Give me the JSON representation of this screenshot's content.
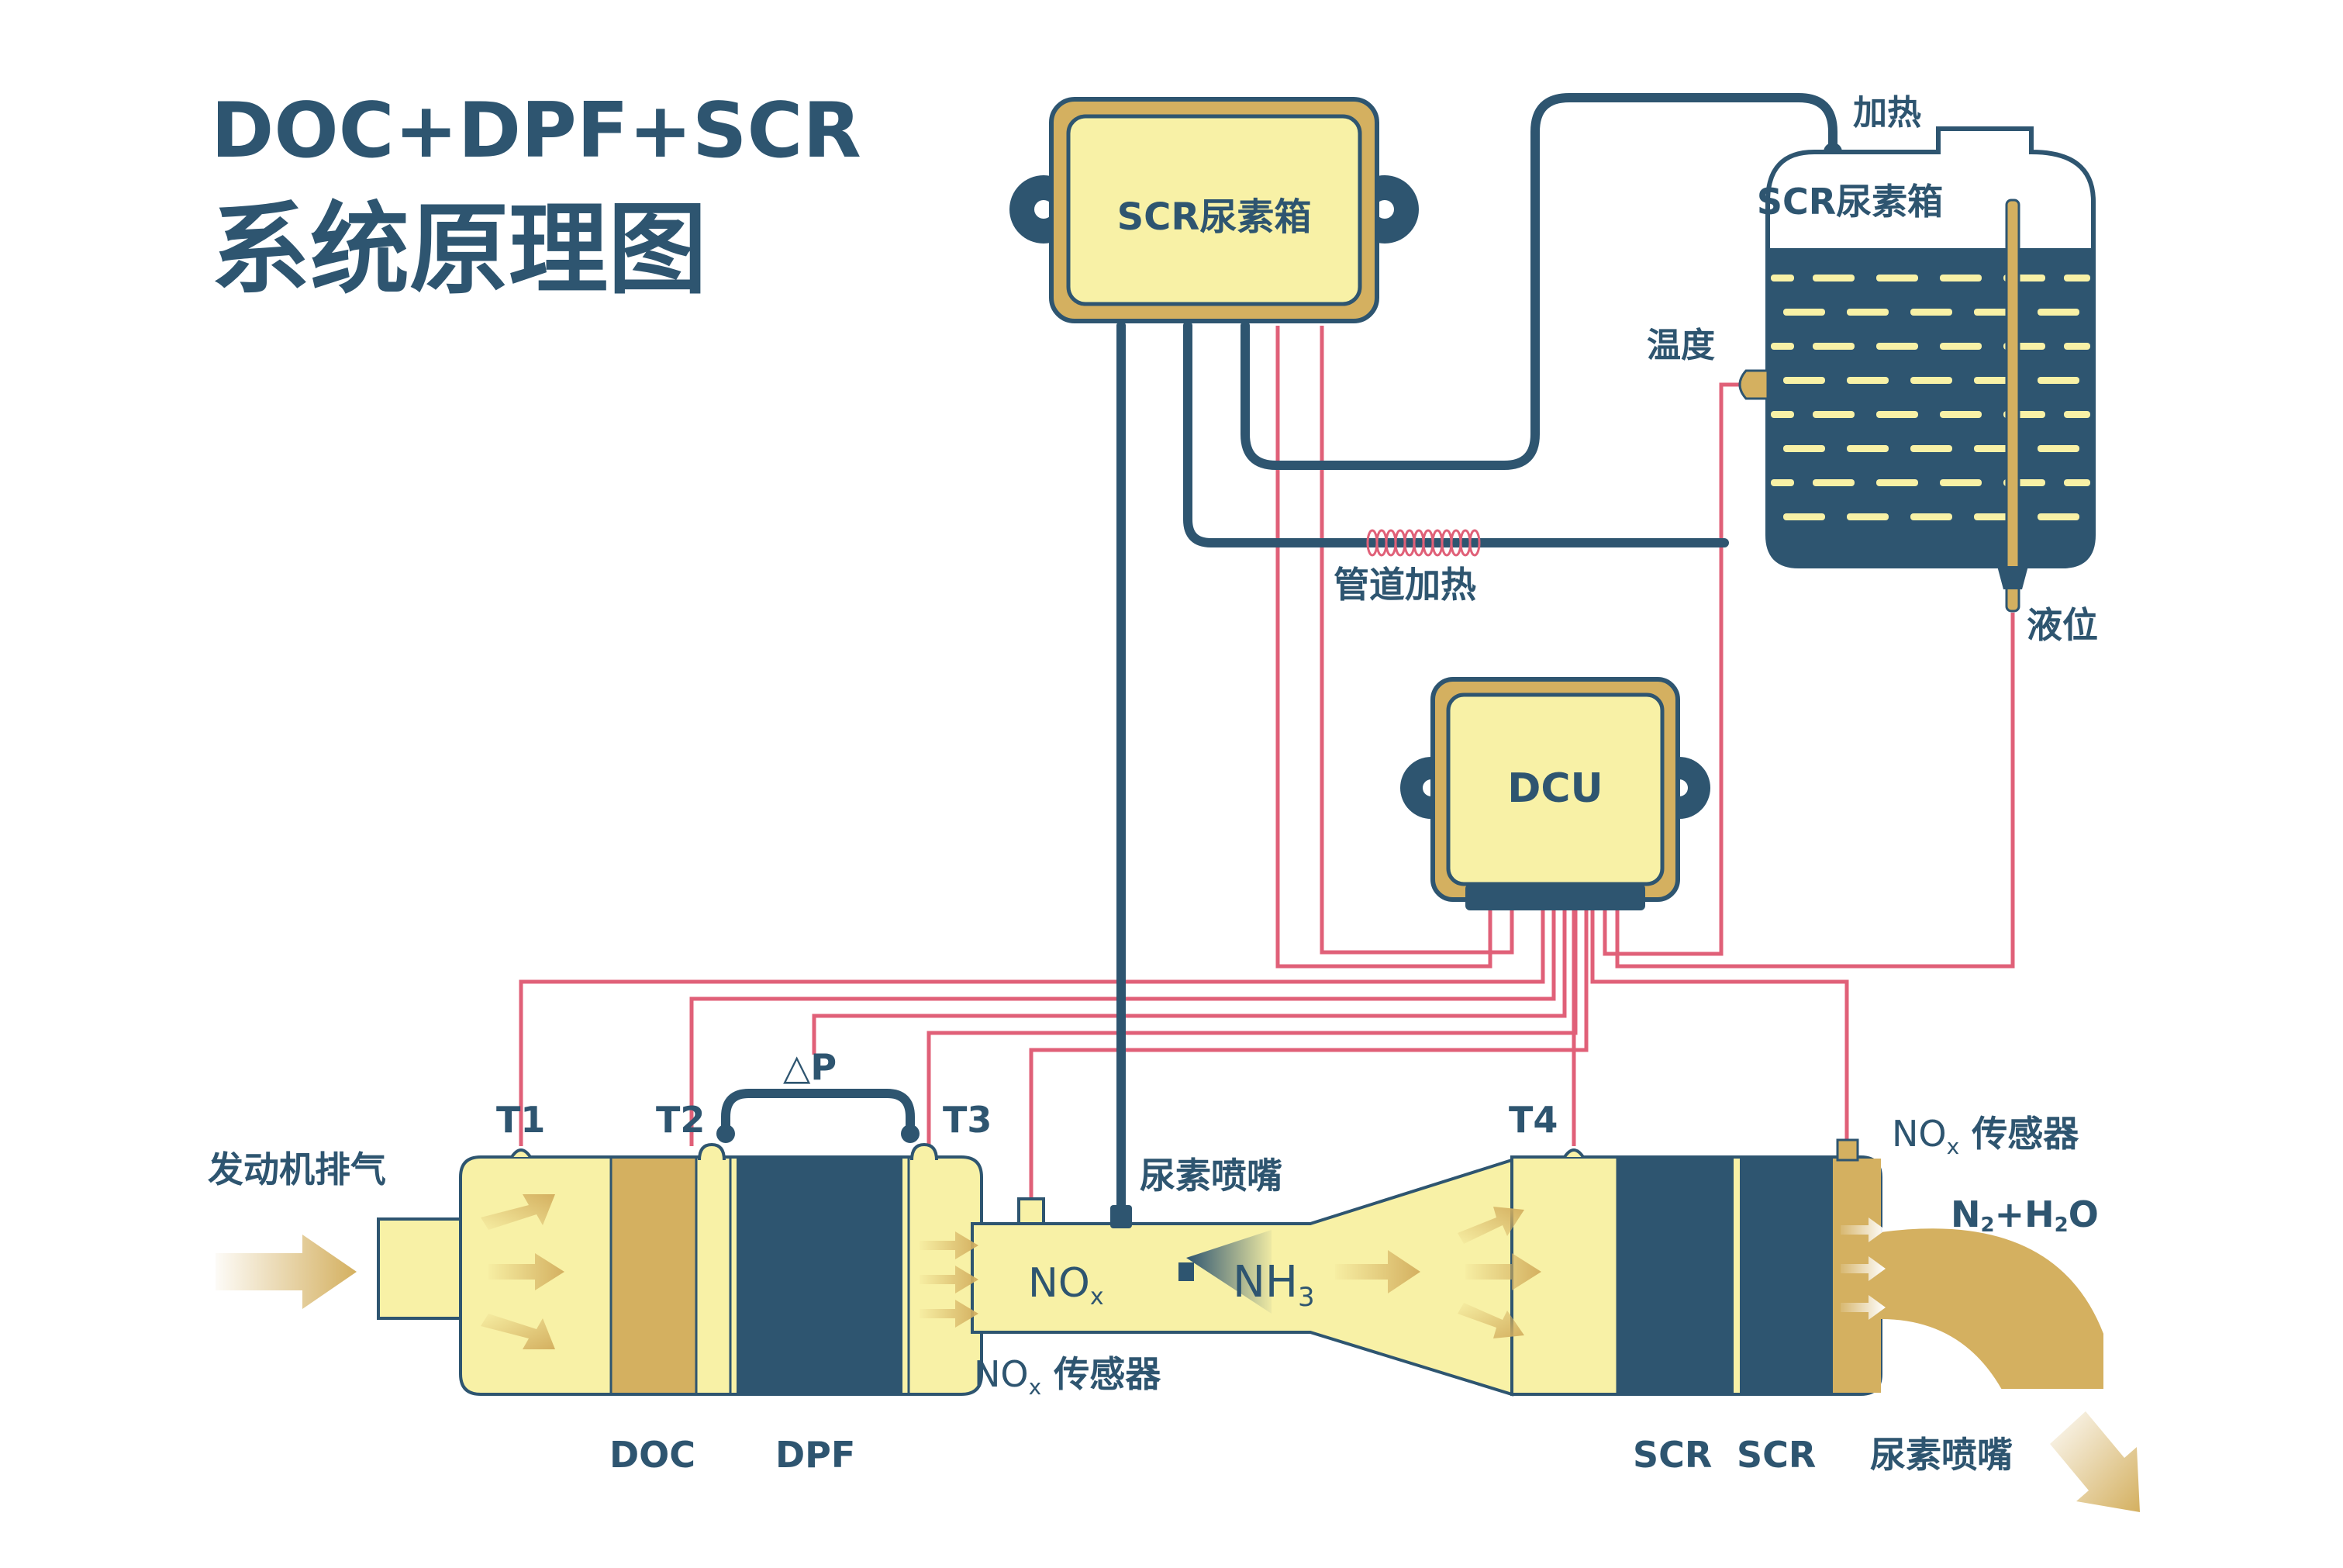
{
  "title": {
    "line1": "DOC+DPF+SCR",
    "line2": "系统原理图"
  },
  "colors": {
    "navy": "#2e5570",
    "gold": "#d4b060",
    "cream": "#f8f1a6",
    "pale_cream": "#fbf5c0",
    "red_wire": "#e06078",
    "white": "#ffffff"
  },
  "labels": {
    "scr_box": "SCR尿素箱",
    "scr_tank": "SCR尿素箱",
    "heating": "加热",
    "temperature": "温度",
    "pipe_heating": "管道加热",
    "level": "液位",
    "dcu": "DCU",
    "delta_p": "△P",
    "t1": "T1",
    "t2": "T2",
    "t3": "T3",
    "t4": "T4",
    "engine_exhaust": "发动机排气",
    "urea_nozzle_top": "尿素喷嘴",
    "nox_mid": "NO",
    "nox_mid_sub": "x",
    "nh3": "NH",
    "nh3_sub": "3",
    "nox_sensor_bottom": "NO",
    "nox_sensor_bottom_sub": "x",
    "nox_sensor_bottom_rest": " 传感器",
    "nox_sensor_right": "NO",
    "nox_sensor_right_sub": "x",
    "nox_sensor_right_rest": " 传感器",
    "n2_h2o_a": "N",
    "n2_h2o_sub1": "2",
    "n2_h2o_b": "+H",
    "n2_h2o_sub2": "2",
    "n2_h2o_c": "O",
    "doc": "DOC",
    "dpf": "DPF",
    "scr1": "SCR",
    "scr2": "SCR",
    "urea_nozzle_bottom": "尿素喷嘴"
  }
}
